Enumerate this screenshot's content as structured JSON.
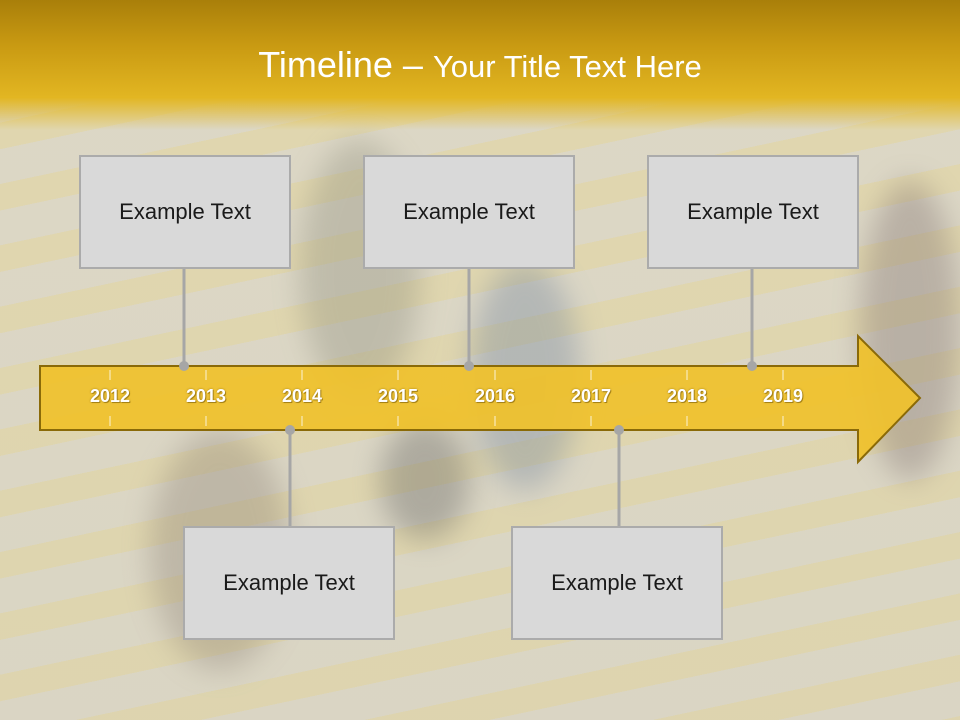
{
  "slide": {
    "title_main": "Timeline – ",
    "title_sub": "Your Title Text Here"
  },
  "timeline": {
    "years": [
      "2012",
      "2013",
      "2014",
      "2015",
      "2016",
      "2017",
      "2018",
      "2019"
    ]
  },
  "events": {
    "top": [
      "Example Text",
      "Example Text",
      "Example Text"
    ],
    "bottom": [
      "Example Text",
      "Example Text"
    ]
  },
  "colors": {
    "header": "#d9a914",
    "arrow_fill": "#f0c12a",
    "arrow_stroke": "#8a6a08",
    "box_fill": "#d9d9d9",
    "connector": "#a6a6a6"
  }
}
